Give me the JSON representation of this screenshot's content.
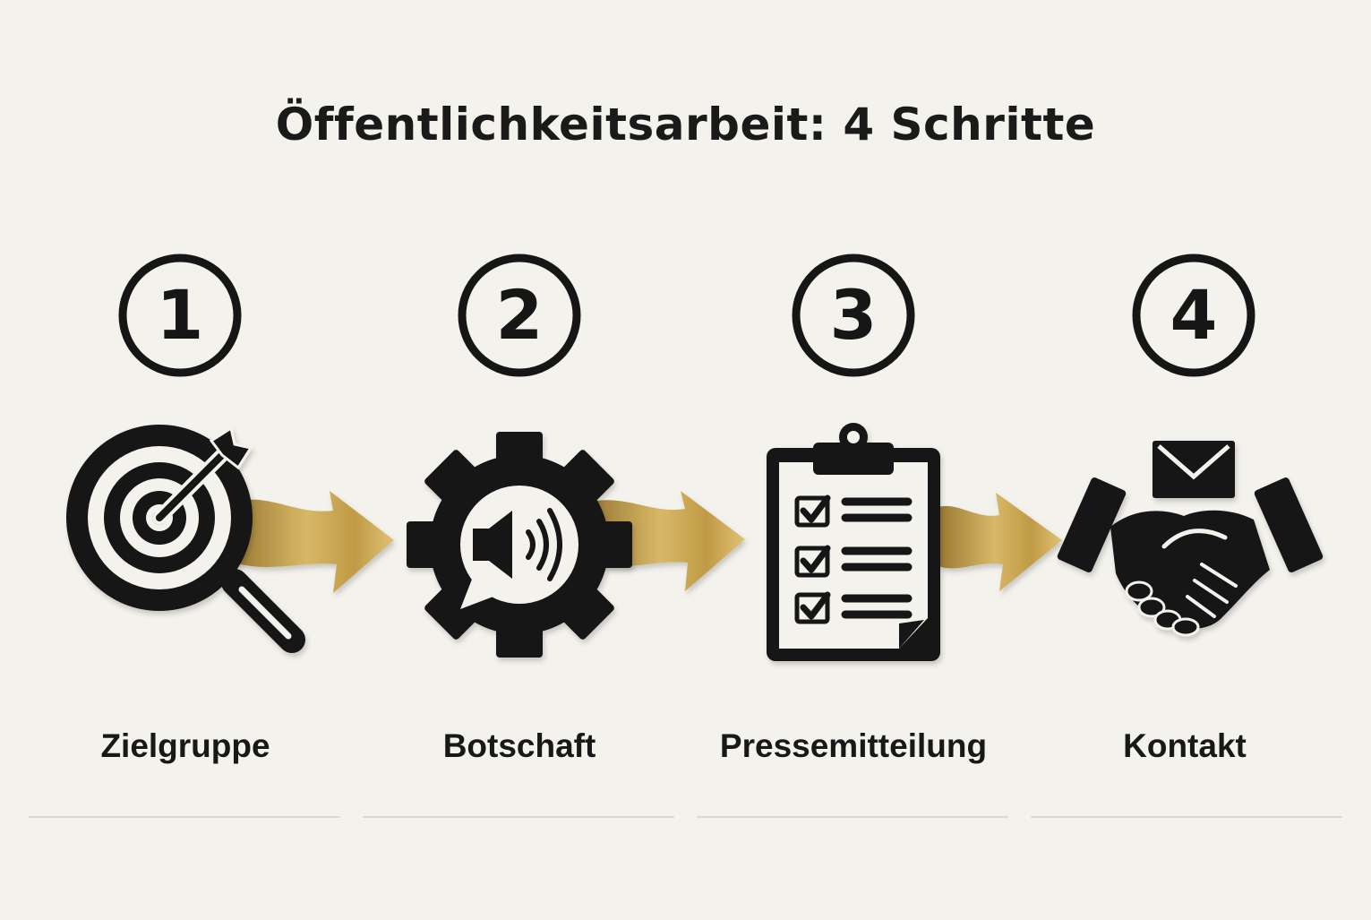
{
  "title": "Öffentlichkeitsarbeit: 4 Schritte",
  "colors": {
    "background": "#f4f2ec",
    "ink": "#161616",
    "arrow_gold": "#c9a44c"
  },
  "steps": [
    {
      "number": "1",
      "label": "Zielgruppe",
      "icon": "target-magnifier-icon"
    },
    {
      "number": "2",
      "label": "Botschaft",
      "icon": "gear-speaker-icon"
    },
    {
      "number": "3",
      "label": "Pressemitteilung",
      "icon": "clipboard-checklist-icon"
    },
    {
      "number": "4",
      "label": "Kontakt",
      "icon": "handshake-envelope-icon"
    }
  ]
}
